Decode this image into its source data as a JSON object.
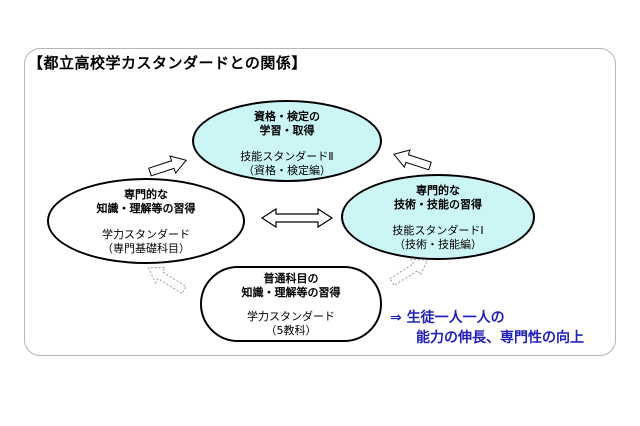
{
  "title": "【都立高校学カスタンダードとの関係】",
  "nodes": {
    "top": {
      "line1": "資格・検定の",
      "line2": "学習・取得",
      "line3": "技能スタンダードⅡ",
      "line4": "（資格・検定編）"
    },
    "left": {
      "line1": "専門的な",
      "line2": "知識・理解等の習得",
      "line3": "学力スタンダード",
      "line4": "（専門基礎科目）"
    },
    "right": {
      "line1": "専門的な",
      "line2": "技術・技能の習得",
      "line3": "技能スタンダードⅠ",
      "line4": "（技術・技能編）"
    },
    "bottom": {
      "line1": "普通科目の",
      "line2": "知識・理解等の習得",
      "line3": "学力スタンダード",
      "line4": "（5教科）"
    }
  },
  "note": {
    "line1": "⇒ 生徒一人一人の",
    "line2": "能力の伸長、専門性の向上"
  },
  "colors": {
    "node_fill": "#ccf6f6",
    "note_text": "#1f1fb8"
  }
}
